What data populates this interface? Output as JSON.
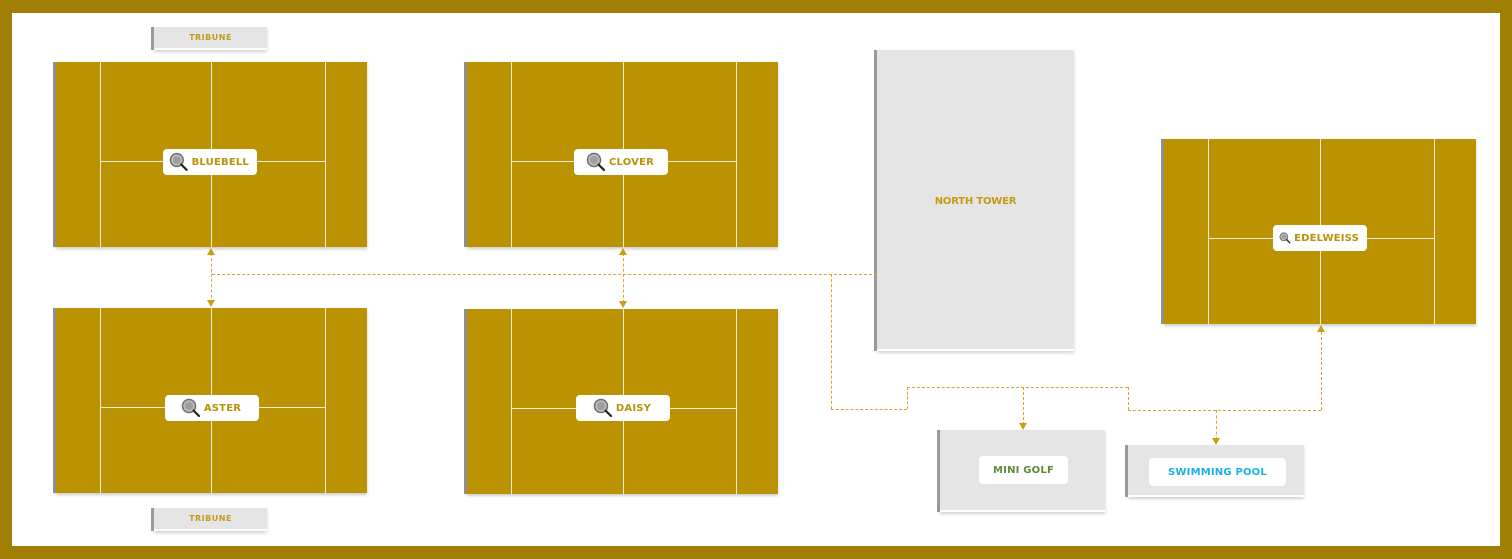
{
  "colors": {
    "frame": "#a07e03",
    "court": "#ba9202",
    "court_line": "#f3eddc",
    "facility_bg": "#e5e5e5",
    "court_label": "#b8920a",
    "connector": "#d4a82a",
    "mini_golf_label": "#5e8a3a",
    "swimming_pool_label": "#1ab0e6"
  },
  "tribunes": {
    "top": {
      "label": "TRIBUNE"
    },
    "bottom": {
      "label": "TRIBUNE"
    }
  },
  "courts": [
    {
      "id": "bluebell",
      "label": "BLUEBELL",
      "icon": "tennis-racket-icon"
    },
    {
      "id": "clover",
      "label": "CLOVER",
      "icon": "tennis-racket-icon"
    },
    {
      "id": "aster",
      "label": "ASTER",
      "icon": "tennis-racket-icon"
    },
    {
      "id": "daisy",
      "label": "DAISY",
      "icon": "tennis-racket-icon"
    },
    {
      "id": "edelweiss",
      "label": "EDELWEISS",
      "icon": "tennis-racket-icon"
    }
  ],
  "facilities": {
    "north_tower": {
      "label": "NORTH TOWER"
    },
    "mini_golf": {
      "label": "MINI GOLF"
    },
    "swimming_pool": {
      "label": "SWIMMING POOL"
    }
  }
}
